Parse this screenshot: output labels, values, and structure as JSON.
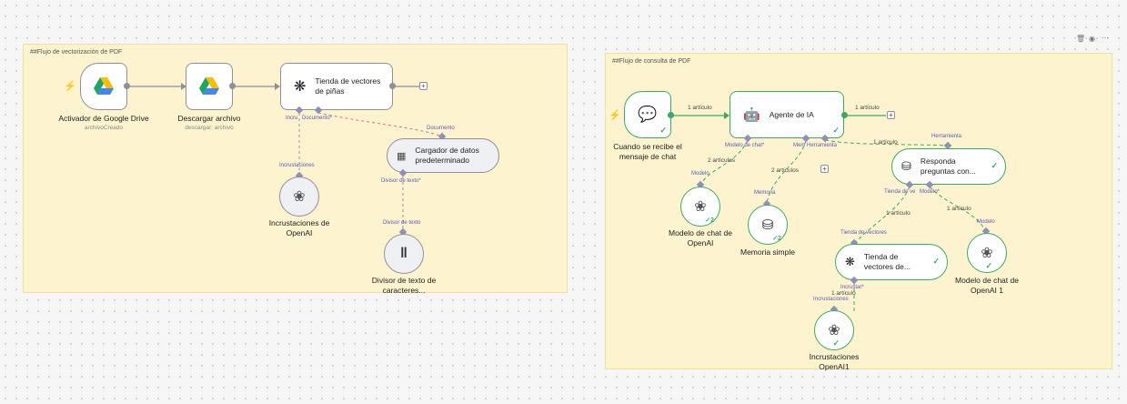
{
  "toolbar": {
    "trash_icon": "trash-icon",
    "palette_icon": "palette-icon",
    "more_icon": "more-icon"
  },
  "sticky1": {
    "title": "##Flujo de vectorización de PDF"
  },
  "sticky2": {
    "title": "##Flujo de consulta de PDF"
  },
  "flow1": {
    "trigger": {
      "label": "Activador de Google Drive",
      "sub": "archivoCreado"
    },
    "download": {
      "label": "Descargar archivo",
      "sub": "descargar: archivo"
    },
    "pinecone": {
      "label1": "Tienda de vectores",
      "label2": "de piñas"
    },
    "pinecone_handles": {
      "embeddings": "Incru",
      "document": "Documento*"
    },
    "embeddings_edge_label": "Incrustaciones",
    "embeddings_node": {
      "label1": "Incrustaciones de",
      "label2": "OpenAI"
    },
    "loader_top_label": "Documento",
    "loader": {
      "label1": "Cargador de datos",
      "label2": "predeterminado"
    },
    "loader_handle": "Divisor de texto*",
    "splitter_top_label": "Divisor de texto",
    "splitter": {
      "label1": "Divisor de texto de",
      "label2": "caracteres..."
    }
  },
  "flow2": {
    "trigger": {
      "label1": "Cuando se recibe el",
      "label2": "mensaje de chat"
    },
    "edge1_label": "1 artículo",
    "agent": {
      "label": "Agente de IA"
    },
    "edge2_label": "1 artículo",
    "agent_handles": {
      "model": "Modelo de chat*",
      "memory": "Mem",
      "tool": "Herramienta"
    },
    "edge_model_count": "2 artículos",
    "model_top": "Modelo",
    "chat_model": {
      "label1": "Modelo de chat de",
      "label2": "OpenAI",
      "runs": "2"
    },
    "edge_memory_count": "2 artículos",
    "memory_top": "Memoria",
    "memory": {
      "label": "Memoria simple",
      "runs": "2"
    },
    "tool_edge_label": "1 artículo",
    "tool_top": "Herramienta",
    "qa_tool": {
      "label1": "Responda",
      "label2": "preguntas con..."
    },
    "qa_handles": {
      "store": "Tienda de ve",
      "model": "Modelo*"
    },
    "qa_store_count": "1 artículo",
    "qa_model_count": "1 artículo",
    "store_top": "Tienda de vectores",
    "vector_store": {
      "label1": "Tienda de",
      "label2": "vectores de..."
    },
    "store_handle": "Incrustar*",
    "model1_top": "Modelo",
    "chat_model1": {
      "label1": "Modelo de chat de",
      "label2": "OpenAI 1"
    },
    "embed_count": "1 artículo",
    "embed_top": "Incrustaciones",
    "embeddings1": {
      "label1": "Incrustaciones",
      "label2": "OpenAI1"
    }
  }
}
